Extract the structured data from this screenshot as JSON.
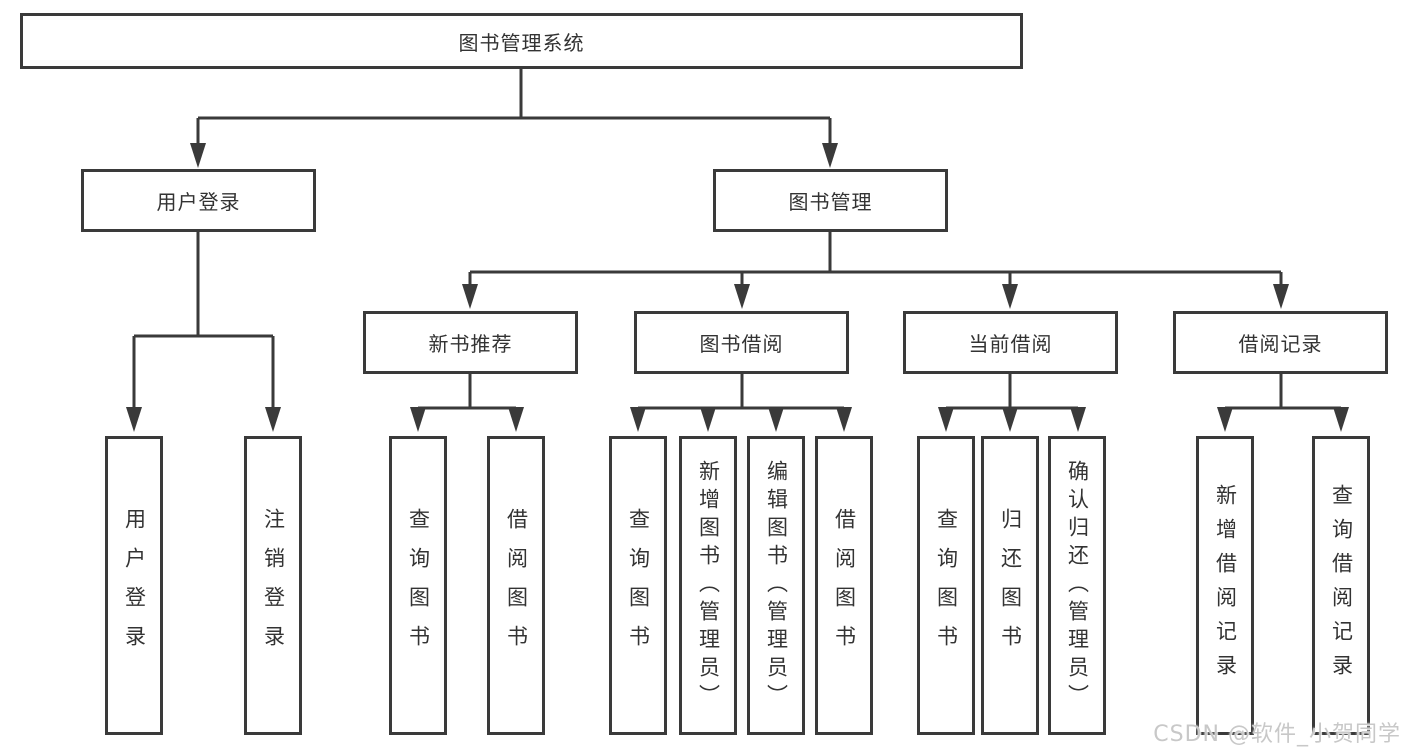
{
  "nodes": {
    "root": {
      "label": "图书管理系统"
    },
    "user_login": {
      "label": "用户登录"
    },
    "book_management": {
      "label": "图书管理"
    },
    "new_book_recommend": {
      "label": "新书推荐"
    },
    "book_borrowing": {
      "label": "图书借阅"
    },
    "current_borrowing": {
      "label": "当前借阅"
    },
    "borrowing_records": {
      "label": "借阅记录"
    },
    "leaf_user_login": {
      "label": "用户登录"
    },
    "leaf_logout": {
      "label": "注销登录"
    },
    "leaf_rec_query_books": {
      "label": "查询图书"
    },
    "leaf_rec_borrow_books": {
      "label": "借阅图书"
    },
    "leaf_bor_query_books": {
      "label": "查询图书"
    },
    "leaf_bor_add_books": {
      "label": "新增图书（管理员）"
    },
    "leaf_bor_edit_books": {
      "label": "编辑图书（管理员）"
    },
    "leaf_bor_borrow_books": {
      "label": "借阅图书"
    },
    "leaf_cur_query_books": {
      "label": "查询图书"
    },
    "leaf_cur_return_books": {
      "label": "归还图书"
    },
    "leaf_cur_confirm_return": {
      "label": "确认归还（管理员）"
    },
    "leaf_recs_add_record": {
      "label": "新增借阅记录"
    },
    "leaf_recs_query_record": {
      "label": "查询借阅记录"
    }
  },
  "watermark": {
    "text": "CSDN @软件_小贺同学"
  },
  "colors": {
    "line": "#3a3a3a",
    "text": "#333333",
    "box_bg": "#ffffff",
    "watermark": "#c8c8c8"
  }
}
